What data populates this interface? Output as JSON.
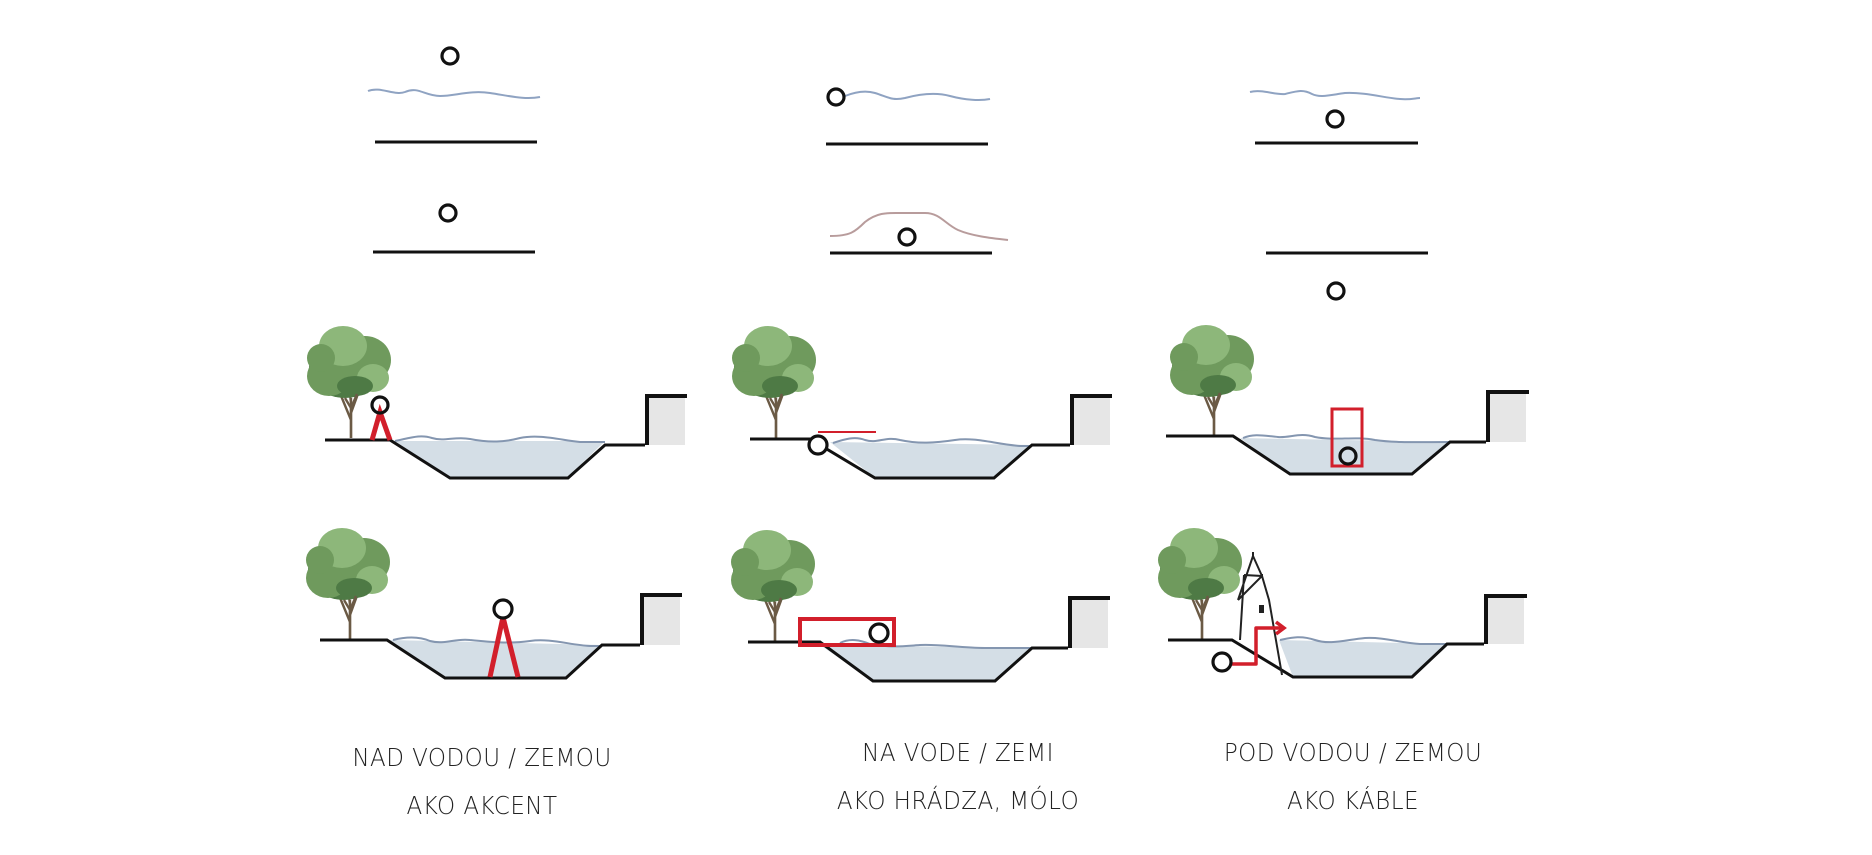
{
  "diagram": {
    "type": "cross-section comparison",
    "columns": [
      {
        "id": "above",
        "caption_line1": "NAD VODOU / ZEMOU",
        "caption_line2": "AKO AKCENT",
        "symbol_positions": [
          "above water surface",
          "above ground line"
        ],
        "sections": [
          "object on red A-frame at bank",
          "object on red A-frame standing in water"
        ]
      },
      {
        "id": "on",
        "caption_line1": "NA VODE / ZEMI",
        "caption_line2": "AKO HRÁDZA, MÓLO",
        "symbol_positions": [
          "on water surface",
          "under ground mound"
        ],
        "sections": [
          "object at bank edge with red pier line",
          "object inside red pier box over water"
        ]
      },
      {
        "id": "below",
        "caption_line1": "POD VODOU / ZEMOU",
        "caption_line2": "AKO KÁBLE",
        "symbol_positions": [
          "below water surface",
          "below ground line"
        ],
        "sections": [
          "object inside red vertical frame under water",
          "object underground with red cable arrow to tower"
        ]
      }
    ],
    "colors": {
      "accent_red": "#d21f2b",
      "water": "#d4dee6",
      "water_line": "#8496b0",
      "ground_line": "#111111",
      "house_fill": "#e6e6e6",
      "tree_green": "#6f9a5d"
    }
  }
}
